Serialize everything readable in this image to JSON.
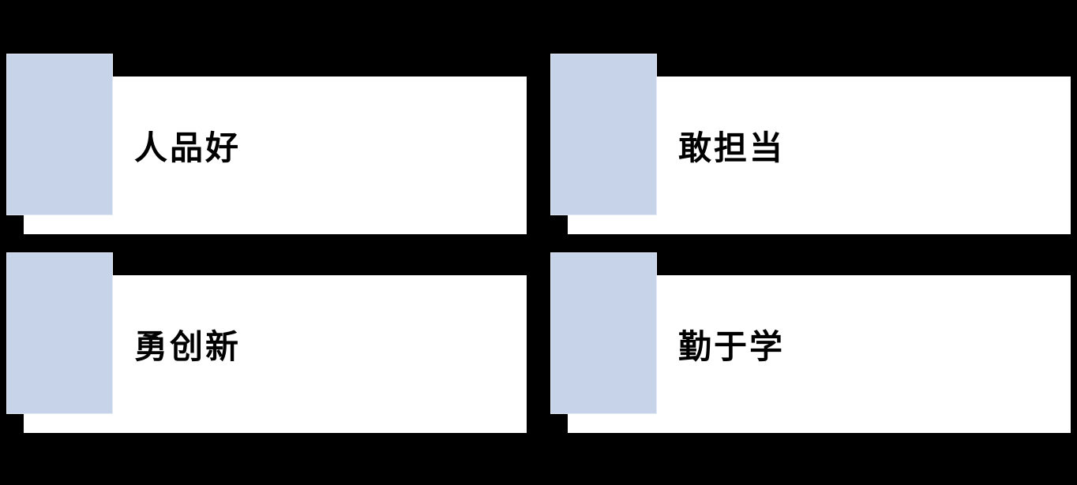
{
  "slide": {
    "type": "presentation-slide-diagram",
    "background_color": "#000000",
    "colors": {
      "card_panel": "#ffffff",
      "accent_rect": "#c7d3e8",
      "text": "#000000"
    },
    "cards": [
      {
        "label": "人品好"
      },
      {
        "label": "敢担当"
      },
      {
        "label": "勇创新"
      },
      {
        "label": "勤于学"
      }
    ]
  }
}
